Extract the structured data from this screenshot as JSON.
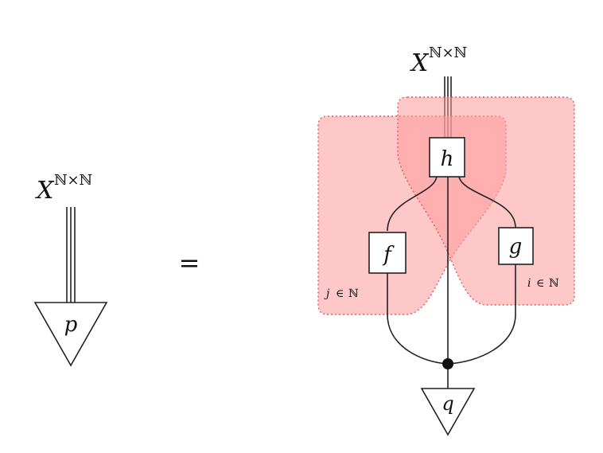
{
  "left": {
    "input_base": "X",
    "input_sup": "ℕ×ℕ",
    "node_label": "p"
  },
  "equals": "=",
  "right": {
    "input_base": "X",
    "input_sup": "ℕ×ℕ",
    "boxes": {
      "h": "h",
      "f": "f",
      "g": "g"
    },
    "output_label": "q",
    "plate_left_index": {
      "var": "j",
      "rel": "∈",
      "set": "ℕ"
    },
    "plate_right_index": {
      "var": "i",
      "rel": "∈",
      "set": "ℕ"
    }
  },
  "colors": {
    "plate_fill": "#ff9a9a",
    "plate_stroke": "#e05a5a",
    "ink": "#222222"
  }
}
